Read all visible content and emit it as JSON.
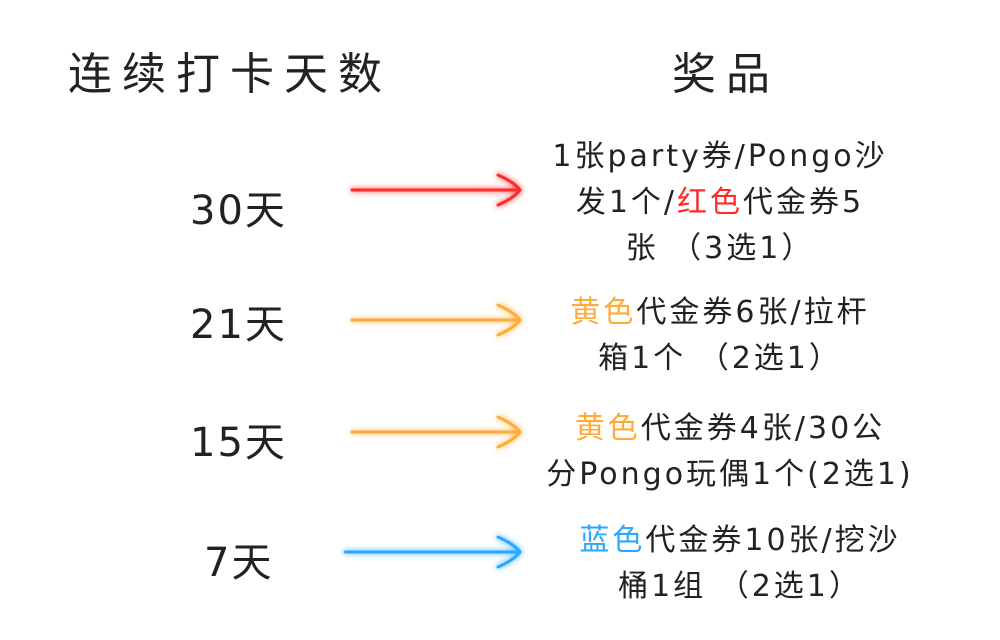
{
  "header": {
    "days_title": "连续打卡天数",
    "prize_title": "奖品"
  },
  "colors": {
    "red": "#ff2a2a",
    "orange": "#ffab3a",
    "blue": "#2aa8ff",
    "text": "#222222"
  },
  "rows": [
    {
      "days": "30天",
      "arrow_color": "#ff2a2a",
      "lines": [
        [
          {
            "t": "1张party券/Pongo沙",
            "c": ""
          }
        ],
        [
          {
            "t": "发1个/",
            "c": ""
          },
          {
            "t": "红色",
            "c": "#ff2a2a"
          },
          {
            "t": "代金券5",
            "c": ""
          }
        ],
        [
          {
            "t": "张 （3选1）",
            "c": ""
          }
        ]
      ]
    },
    {
      "days": "21天",
      "arrow_color": "#ffab3a",
      "lines": [
        [
          {
            "t": "黄色",
            "c": "#ffab3a"
          },
          {
            "t": "代金券6张/拉杆",
            "c": ""
          }
        ],
        [
          {
            "t": "箱1个 （2选1）",
            "c": ""
          }
        ]
      ]
    },
    {
      "days": "15天",
      "arrow_color": "#ffab3a",
      "lines": [
        [
          {
            "t": "黄色",
            "c": "#ffab3a"
          },
          {
            "t": "代金券4张/30公",
            "c": ""
          }
        ],
        [
          {
            "t": "分Pongo玩偶1个(2选1)",
            "c": ""
          }
        ]
      ]
    },
    {
      "days": "7天",
      "arrow_color": "#2aa8ff",
      "lines": [
        [
          {
            "t": "蓝色",
            "c": "#2aa8ff"
          },
          {
            "t": "代金券10张/挖沙",
            "c": ""
          }
        ],
        [
          {
            "t": "桶1组 （2选1）",
            "c": ""
          }
        ]
      ]
    }
  ]
}
